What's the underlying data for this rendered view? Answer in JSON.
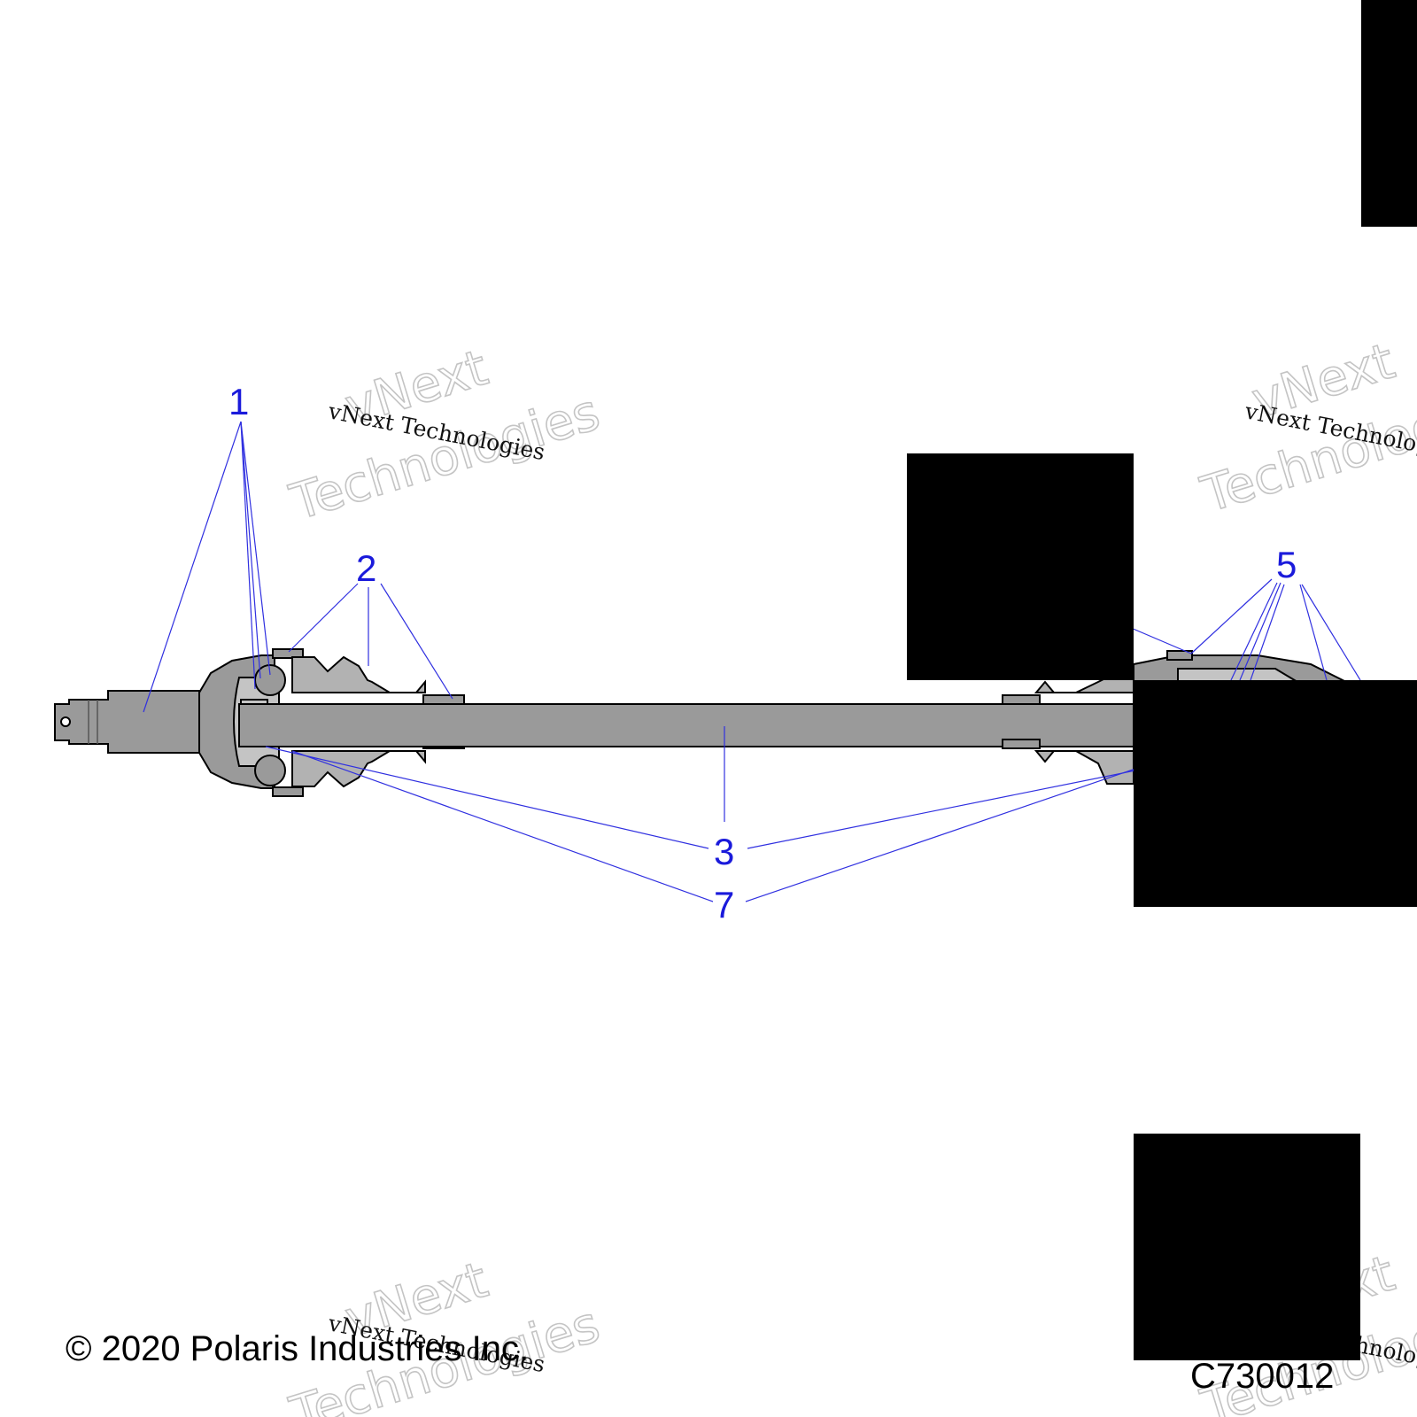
{
  "callouts": {
    "c1": "1",
    "c2": "2",
    "c3": "3",
    "c5": "5",
    "c7": "7"
  },
  "watermark": {
    "line_big_1": "vNext",
    "line_big_2": "Technologies",
    "line_small": "vNext Technologies"
  },
  "footer": {
    "copyright": "© 2020 Polaris Industries Inc.",
    "figure_code": "C730012"
  },
  "colors": {
    "callout": "#1a1adb",
    "leader": "#3030e0",
    "shaft": "#9a9a9a",
    "redaction": "#000000"
  }
}
